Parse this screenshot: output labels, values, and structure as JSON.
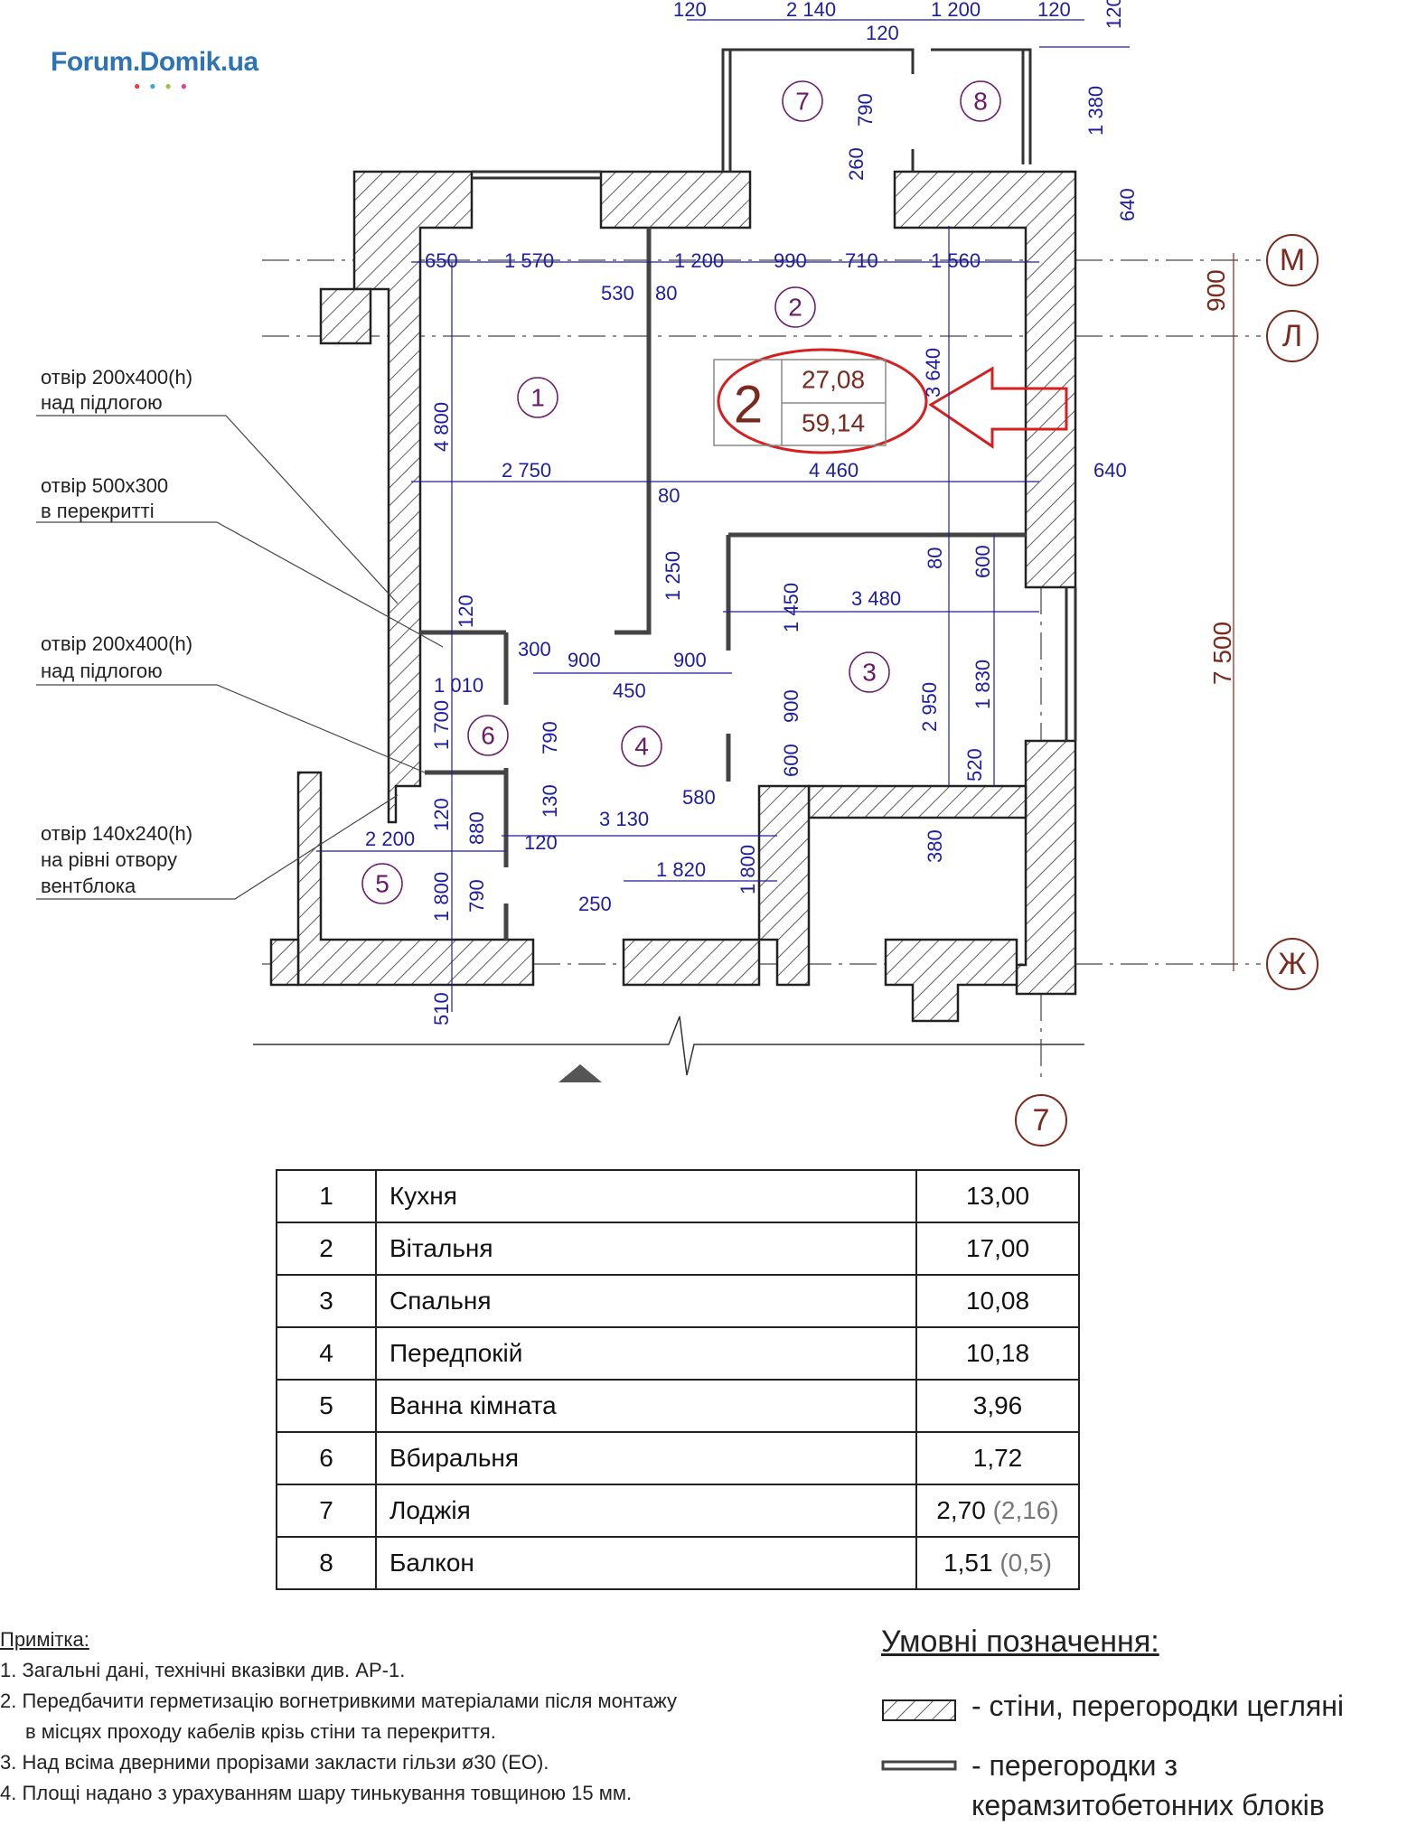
{
  "logo": {
    "text": "Forum.Domik.ua",
    "dots": [
      "#e04040",
      "#40a0e0",
      "#a0c040",
      "#e04090"
    ]
  },
  "rooms_on_plan": [
    "1",
    "2",
    "3",
    "4",
    "5",
    "6",
    "7",
    "8"
  ],
  "axes": {
    "m": "М",
    "l": "Л",
    "zh": "Ж",
    "seven": "7"
  },
  "apartment_badge": {
    "number": "2",
    "living_area": "27,08",
    "total_area": "59,14"
  },
  "dimensions": {
    "top": [
      "120",
      "2 140",
      "120",
      "1 200",
      "120",
      "120"
    ],
    "top_sub": [
      "790",
      "1 380",
      "260",
      "640"
    ],
    "row1": [
      "650",
      "1 570",
      "1 200",
      "990",
      "710",
      "1 560"
    ],
    "row1b": [
      "530",
      "80"
    ],
    "right": [
      "900",
      "3 640",
      "640",
      "7 500"
    ],
    "mid": [
      "4 800",
      "2 750",
      "4 460",
      "80",
      "1 250",
      "1 450",
      "3 480",
      "80",
      "600",
      "120",
      "300",
      "900",
      "900",
      "450",
      "1 010",
      "1 700",
      "790",
      "2 950",
      "1 830",
      "900",
      "600",
      "520",
      "580",
      "130",
      "880",
      "120",
      "3 130",
      "120",
      "2 200",
      "1 800",
      "790",
      "1 820",
      "1 800",
      "250",
      "380",
      "510"
    ]
  },
  "callouts": [
    {
      "text1": "отвір 200х400(h)",
      "text2": "над підлогою"
    },
    {
      "text1": "отвір 500х300",
      "text2": "в перекритті"
    },
    {
      "text1": "отвір 200х400(h)",
      "text2": "над підлогою"
    },
    {
      "text1": "отвір 140х240(h)",
      "text2": "на рівні отвору",
      "text3": "вентблока"
    }
  ],
  "rooms_table": [
    {
      "n": "1",
      "name": "Кухня",
      "area": "13,00",
      "alt": ""
    },
    {
      "n": "2",
      "name": "Вітальня",
      "area": "17,00",
      "alt": ""
    },
    {
      "n": "3",
      "name": "Спальня",
      "area": "10,08",
      "alt": ""
    },
    {
      "n": "4",
      "name": "Передпокій",
      "area": "10,18",
      "alt": ""
    },
    {
      "n": "5",
      "name": "Ванна кімната",
      "area": "3,96",
      "alt": ""
    },
    {
      "n": "6",
      "name": "Вбиральня",
      "area": "1,72",
      "alt": ""
    },
    {
      "n": "7",
      "name": "Лоджія",
      "area": "2,70",
      "alt": "(2,16)"
    },
    {
      "n": "8",
      "name": "Балкон",
      "area": "1,51",
      "alt": "(0,5)"
    }
  ],
  "notes": {
    "title": "Примітка:",
    "items": [
      "1. Загальні дані, технічні вказівки див. АР-1.",
      "2. Передбачити герметизацію вогнетривкими матеріалами після монтажу",
      "в місцях проходу кабелів крізь стіни та перекриття.",
      "3. Над всіма дверними прорізами закласти гільзи ø30 (ЕО).",
      "4. Площі надано з урахуванням шару тинькування товщиною 15 мм."
    ]
  },
  "legend": {
    "title": "Умовні позначення:",
    "brick": "- стіни, перегородки цегляні",
    "block1": "- перегородки з",
    "block2": "керамзитобетонних блоків"
  }
}
